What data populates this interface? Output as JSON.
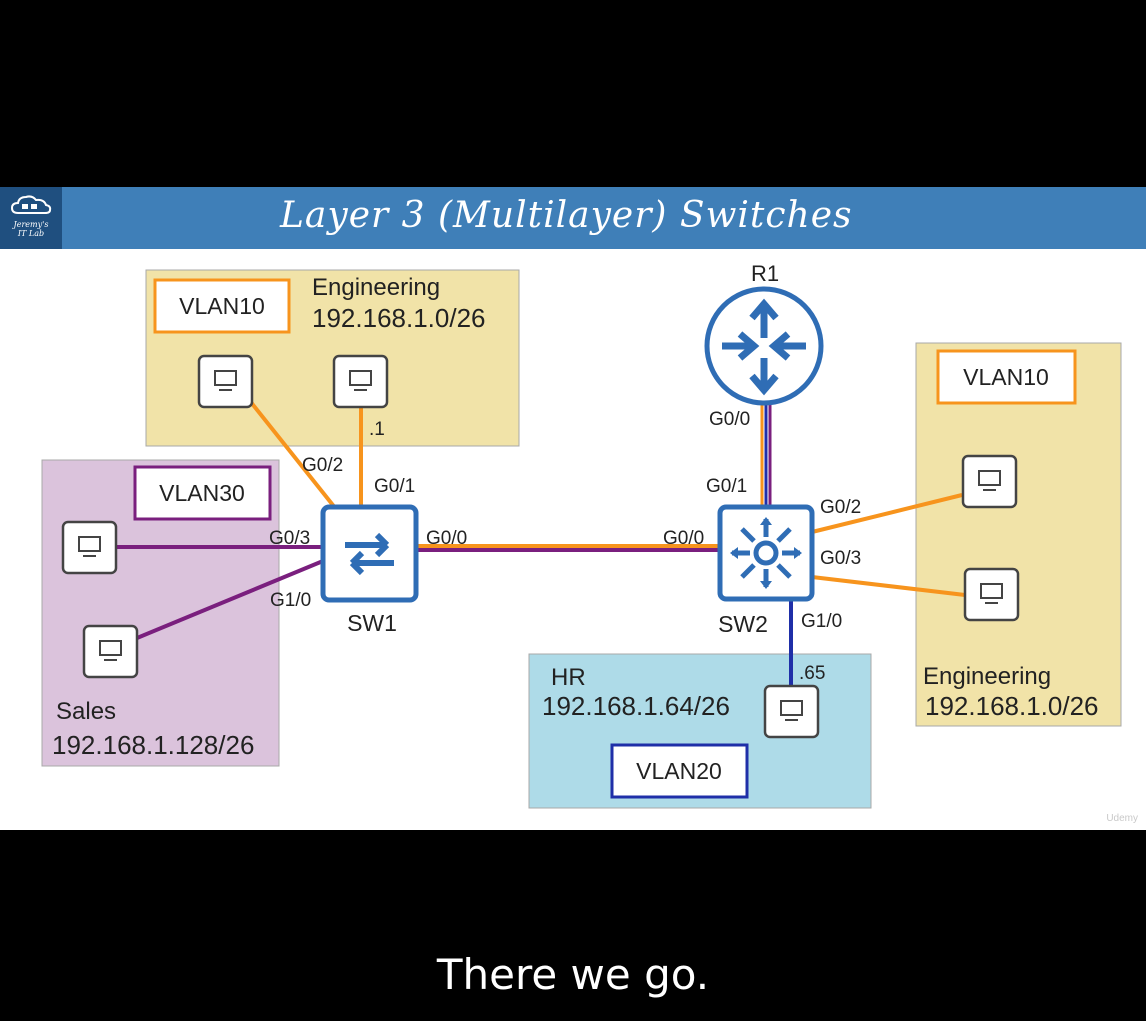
{
  "title": "Layer 3 (Multilayer) Switches",
  "logo": {
    "line1": "Jeremy's",
    "line2": "IT Lab"
  },
  "watermark": "Udemy",
  "subtitle": "There we go.",
  "devices": {
    "r1": "R1",
    "sw1": "SW1",
    "sw2": "SW2"
  },
  "zones": {
    "eng_left": {
      "vlan": "VLAN10",
      "name": "Engineering",
      "subnet": "192.168.1.0/26",
      "pc_ip": ".1"
    },
    "sales": {
      "vlan": "VLAN30",
      "name": "Sales",
      "subnet": "192.168.1.128/26"
    },
    "hr": {
      "vlan": "VLAN20",
      "name": "HR",
      "subnet": "192.168.1.64/26",
      "pc_ip": ".65"
    },
    "eng_right": {
      "vlan": "VLAN10",
      "name": "Engineering",
      "subnet": "192.168.1.0/26"
    }
  },
  "ports": {
    "sw1_g0_2": "G0/2",
    "sw1_g0_1": "G0/1",
    "sw1_g0_3": "G0/3",
    "sw1_g1_0": "G1/0",
    "sw1_g0_0": "G0/0",
    "sw2_g0_0": "G0/0",
    "sw2_g0_1": "G0/1",
    "r1_g0_0": "G0/0",
    "sw2_g0_2": "G0/2",
    "sw2_g0_3": "G0/3",
    "sw2_g1_0": "G1/0"
  },
  "colors": {
    "vlan10": "#f7941d",
    "vlan20": "#1f2fa8",
    "vlan30": "#7a1f7e",
    "device": "#2f6db5",
    "eng_zone": "#f1e3a8",
    "sales_zone": "#dbc3dc",
    "hr_zone": "#aedbe8"
  }
}
